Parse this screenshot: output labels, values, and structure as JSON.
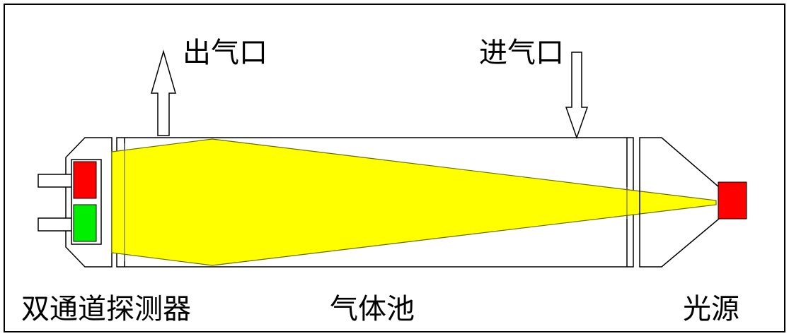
{
  "labels": {
    "outlet": "出气口",
    "inlet": "进气口",
    "detector": "双通道探测器",
    "gas_cell": "气体池",
    "light_source": "光源"
  },
  "colors": {
    "beam": "#ffff00",
    "detector_top": "#ff0000",
    "detector_bottom": "#00ee00",
    "source": "#ff0000",
    "outline": "#000000",
    "background": "#ffffff"
  }
}
